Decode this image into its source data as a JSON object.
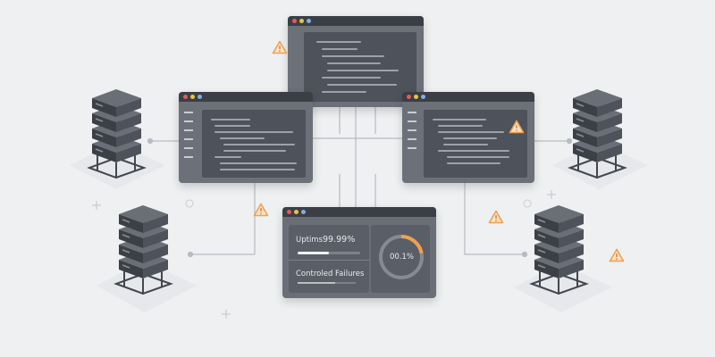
{
  "dashboard": {
    "uptime_label": "Uptims",
    "uptime_value": "99.99%",
    "uptime_progress": 0.5,
    "failures_label": "Controled Failures",
    "failures_progress": 0.65,
    "gauge_label": "00.1%",
    "gauge_fraction": 0.22
  },
  "colors": {
    "accent": "#f0a050",
    "window": "#6c7079",
    "server": "#4a4d55",
    "background": "#eef0f2"
  },
  "icons": [
    "server-icon",
    "warning-icon",
    "code-window-icon",
    "gauge-icon"
  ]
}
